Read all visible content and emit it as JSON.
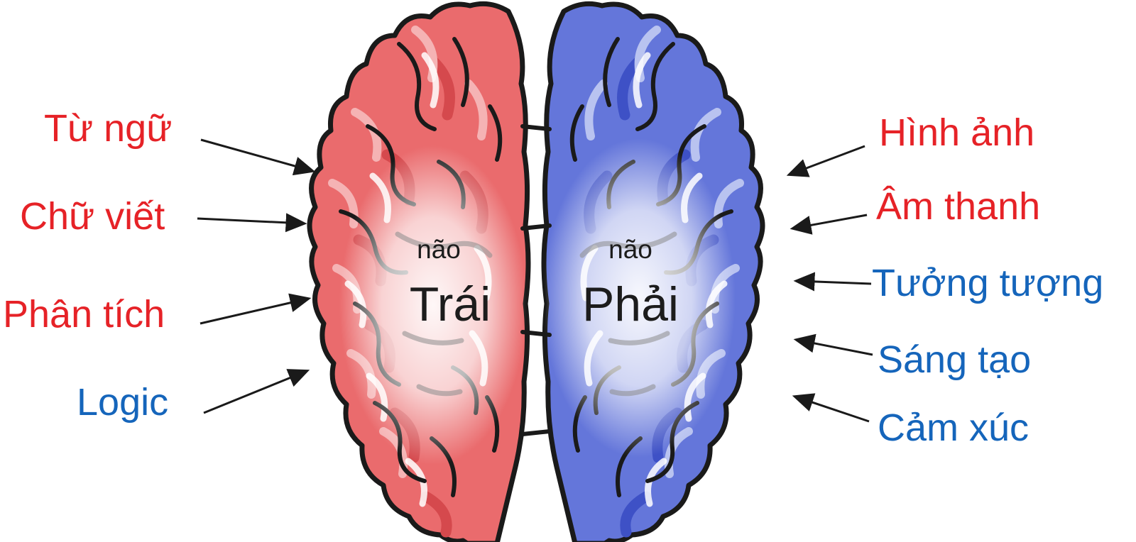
{
  "diagram": {
    "left_hemisphere": {
      "small_label": "não",
      "big_label": "Trái",
      "functions": [
        {
          "text": "Từ ngữ",
          "color": "red"
        },
        {
          "text": "Chữ viết",
          "color": "red"
        },
        {
          "text": "Phân tích",
          "color": "red"
        },
        {
          "text": "Logic",
          "color": "blue"
        }
      ]
    },
    "right_hemisphere": {
      "small_label": "não",
      "big_label": "Phải",
      "functions": [
        {
          "text": "Hình ảnh",
          "color": "red"
        },
        {
          "text": "Âm thanh",
          "color": "red"
        },
        {
          "text": "Tưởng tượng",
          "color": "blue"
        },
        {
          "text": "Sáng tạo",
          "color": "blue"
        },
        {
          "text": "Cảm xúc",
          "color": "blue"
        }
      ]
    }
  },
  "colors": {
    "red": "#e62227",
    "blue": "#1565bb",
    "outline": "#1a1a1a",
    "arrow": "#1a1a1a",
    "brain_left_fill": "#ea6b6d",
    "brain_left_dark": "#d5494d",
    "brain_left_light": "#f5b3b4",
    "brain_right_fill": "#6476da",
    "brain_right_dark": "#3e51c6",
    "brain_right_light": "#b9c3f0",
    "center_text": "#1c1c1c"
  }
}
